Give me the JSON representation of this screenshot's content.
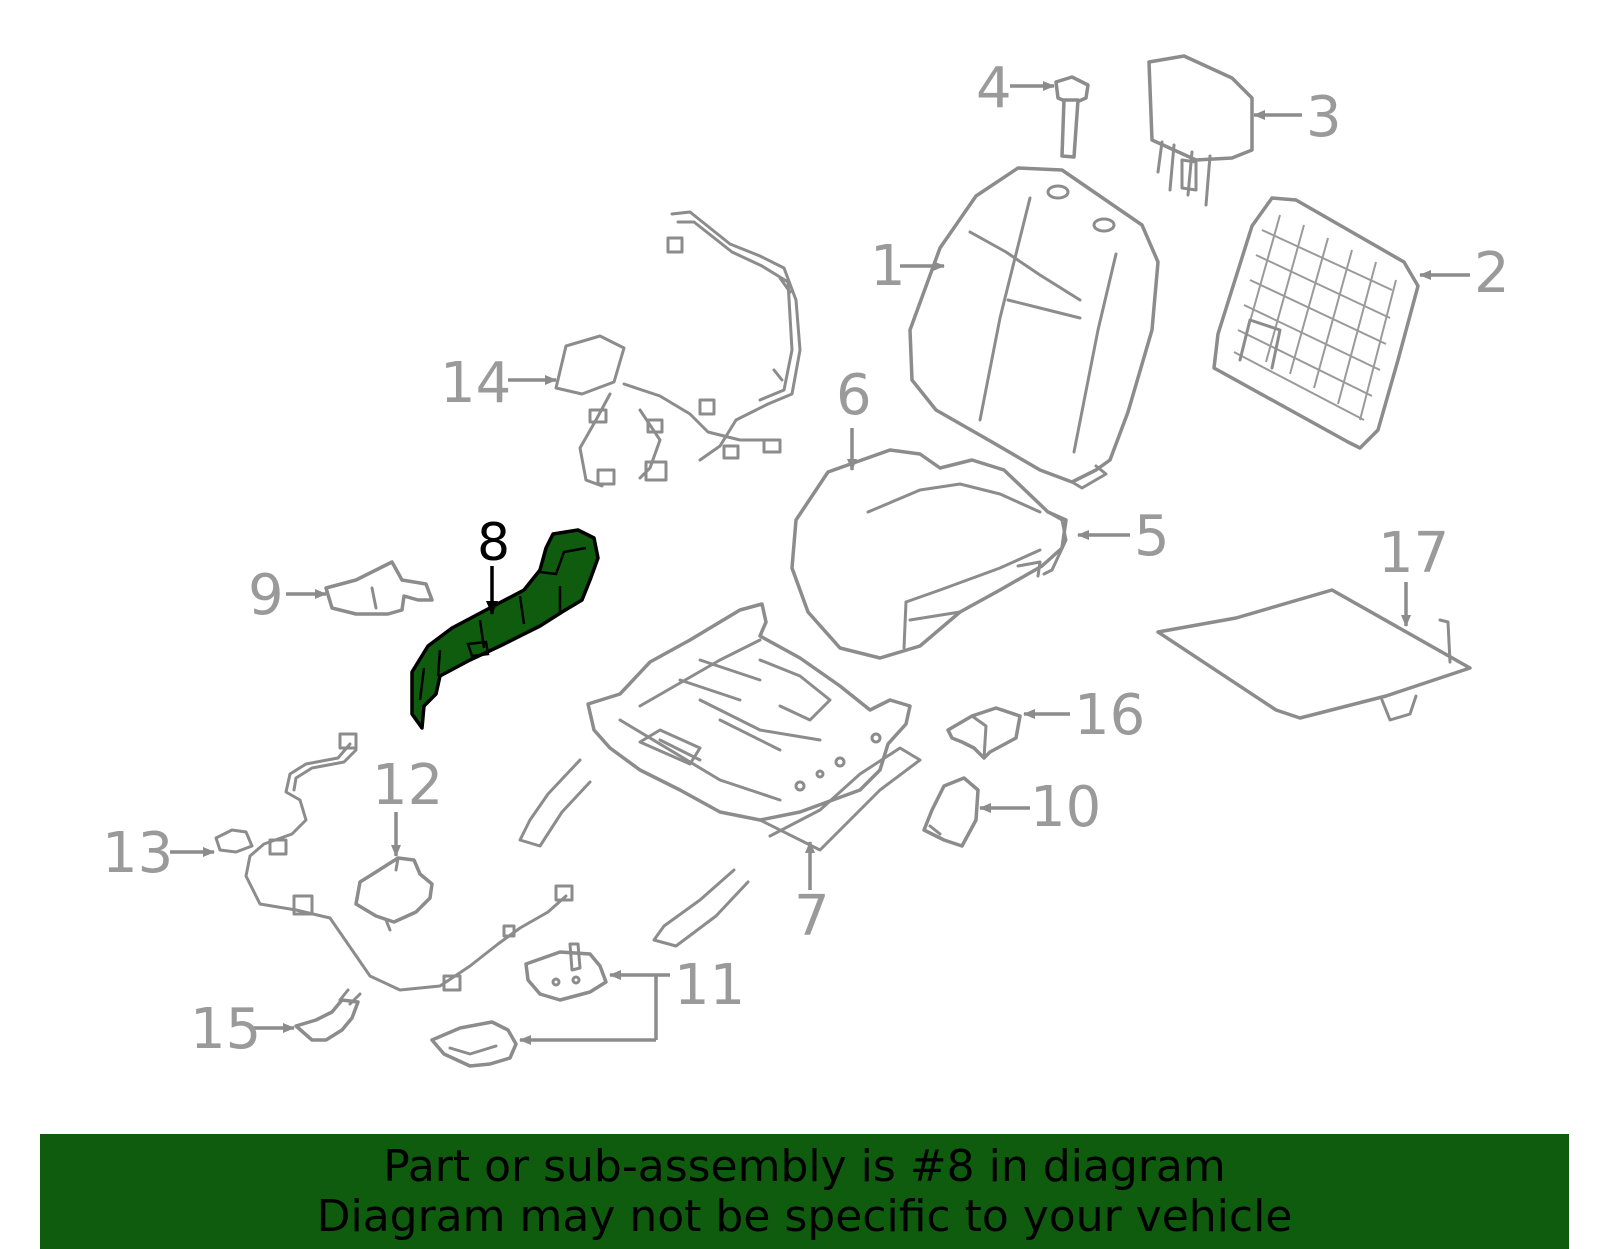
{
  "callouts": {
    "c1": "1",
    "c2": "2",
    "c3": "3",
    "c4": "4",
    "c5": "5",
    "c6": "6",
    "c7": "7",
    "c8": "8",
    "c9": "9",
    "c10": "10",
    "c11": "11",
    "c12": "12",
    "c13": "13",
    "c14": "14",
    "c15": "15",
    "c16": "16",
    "c17": "17"
  },
  "highlight_color": "#0f5c0f",
  "footer": {
    "line1": "Part or sub-assembly is #8 in diagram",
    "line2": "Diagram may not be specific to your vehicle"
  }
}
